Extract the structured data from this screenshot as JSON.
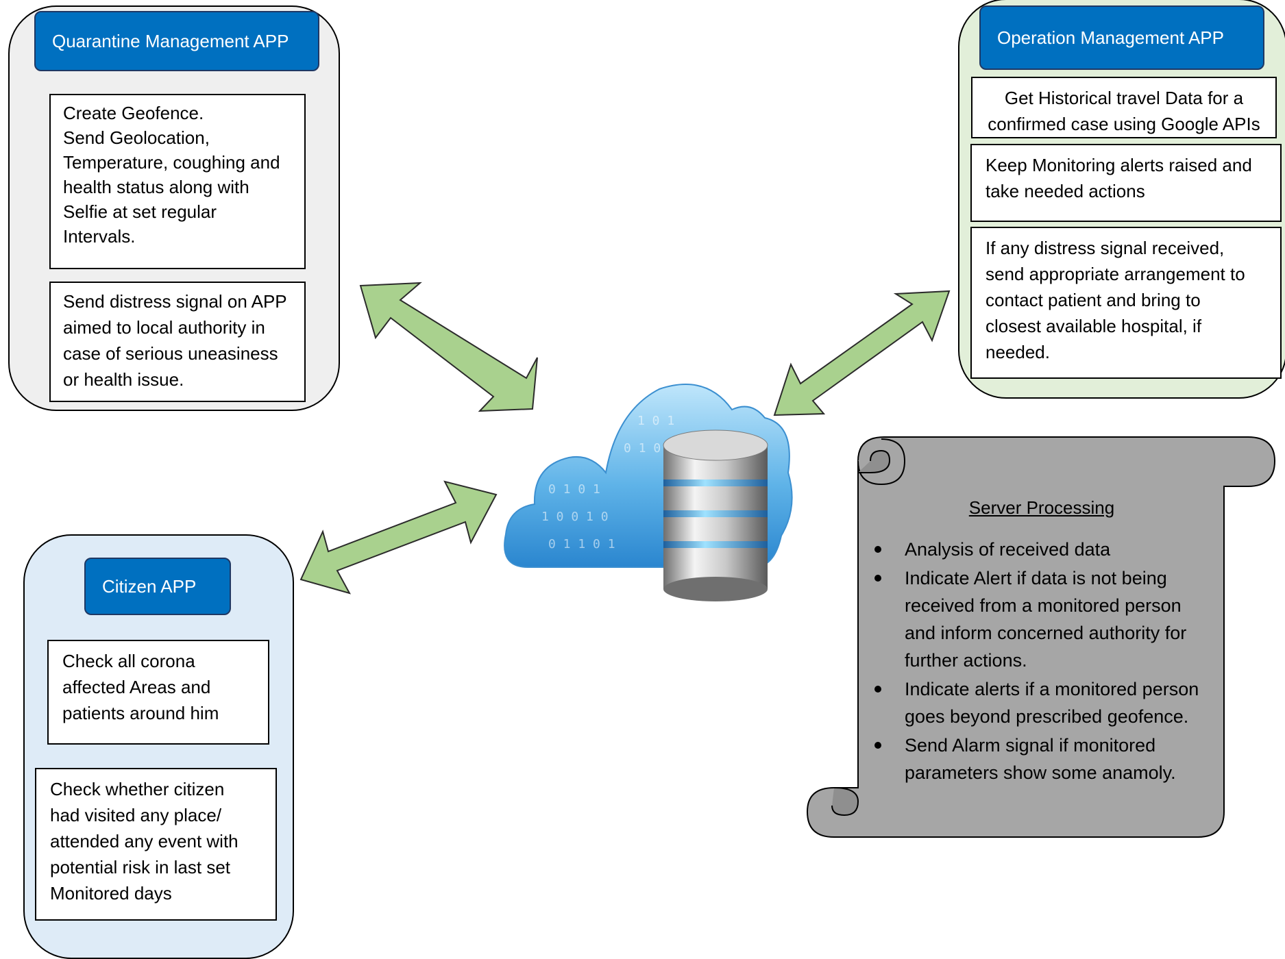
{
  "quarantine": {
    "title": "Quarantine Management APP",
    "box1": [
      "Create Geofence.",
      "Send Geolocation,",
      "Temperature, coughing and",
      "health status along with",
      "Selfie at set regular",
      "Intervals."
    ],
    "box2": [
      "Send distress signal on APP",
      "aimed to local authority in",
      "case of serious uneasiness",
      "or health issue."
    ]
  },
  "operation": {
    "title": "Operation Management APP",
    "box1": [
      "Get Historical travel Data for a",
      "confirmed case using Google APIs"
    ],
    "box2": [
      "Keep Monitoring alerts raised and",
      "take needed actions"
    ],
    "box3": [
      "If any distress signal received,",
      "send appropriate arrangement to",
      "contact patient and bring to",
      "closest available hospital, if",
      "needed."
    ]
  },
  "citizen": {
    "title": "Citizen APP",
    "box1": [
      "Check all corona",
      "affected Areas and",
      "patients around him"
    ],
    "box2": [
      "Check whether citizen",
      "had visited any place/",
      "attended any event with",
      "potential risk in last set",
      "Monitored days"
    ]
  },
  "server": {
    "title": "Server Processing",
    "bullets": [
      [
        "Analysis of received data"
      ],
      [
        "Indicate Alert if data is not being",
        "received from a monitored person",
        "and inform concerned authority for",
        "further actions."
      ],
      [
        "Indicate alerts if a monitored person",
        "goes beyond prescribed geofence."
      ],
      [
        "Send Alarm signal if monitored",
        "parameters show some anamoly."
      ]
    ]
  },
  "colors": {
    "header_blue": "#0070c0",
    "arrow_green": "#a9d18e",
    "quarantine_bg": "#efefef",
    "operation_bg": "#e2efd9",
    "citizen_bg": "#deebf7",
    "scroll_gray": "#a6a6a6"
  },
  "icons": [
    "cloud-database-icon",
    "double-arrow-icon"
  ]
}
